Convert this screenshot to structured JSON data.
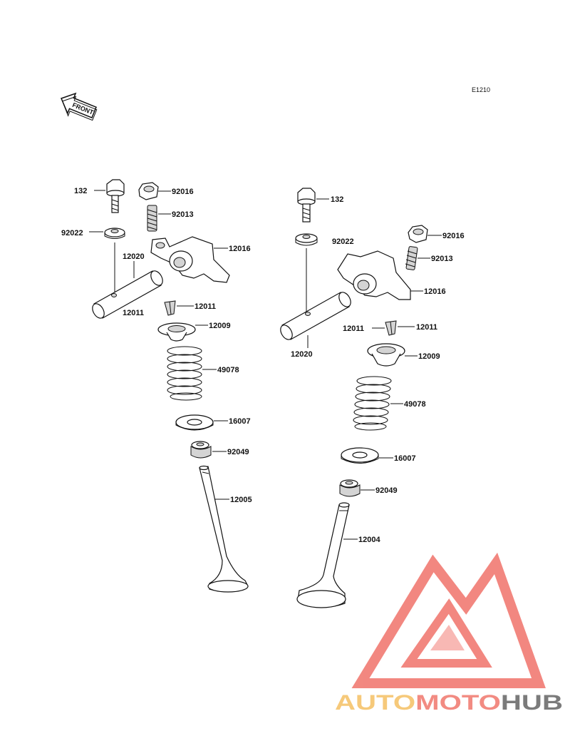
{
  "diagram_code": "E1210",
  "front_label": "FRONT",
  "watermark": {
    "part1": "AUTO",
    "part2": "MOTO",
    "part3": "HUB",
    "color1": "#f6c97a",
    "color2": "#f28b82",
    "color3": "#7b7b7b",
    "logo_color": "#f0736a"
  },
  "left_labels": {
    "bolt": "132",
    "nut": "92016",
    "screw": "92013",
    "washer": "92022",
    "rocker_arm": "12016",
    "shaft": "12020",
    "shaft_pin": "12011",
    "cotter": "12011",
    "retainer": "12009",
    "spring": "49078",
    "seat": "16007",
    "seal": "92049",
    "valve": "12005"
  },
  "right_labels": {
    "bolt": "132",
    "washer": "92022",
    "nut": "92016",
    "screw": "92013",
    "rocker_arm": "12016",
    "cotter_left": "12011",
    "cotter_right": "12011",
    "shaft": "12020",
    "retainer": "12009",
    "spring": "49078",
    "seat": "16007",
    "seal": "92049",
    "valve": "12004"
  }
}
